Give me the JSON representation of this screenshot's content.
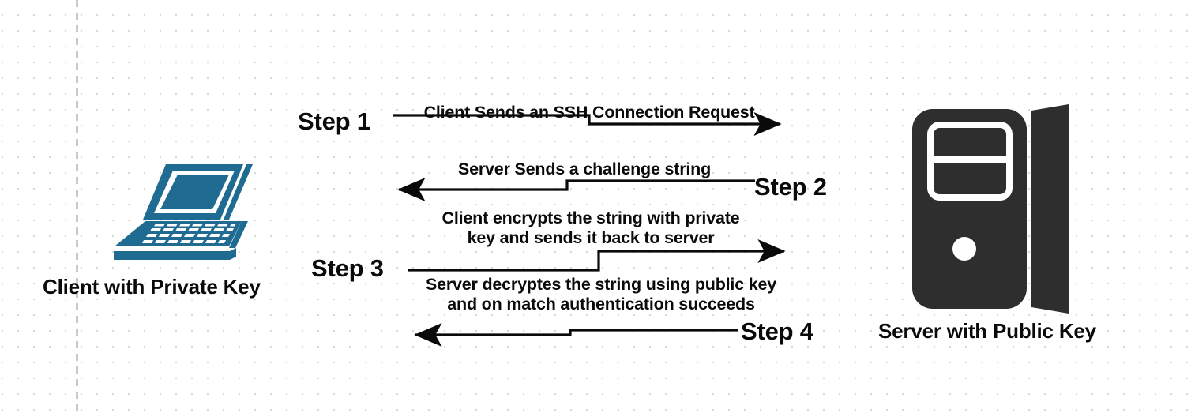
{
  "diagram": {
    "title": "SSH Public Key Authentication Flow",
    "background": {
      "dot_color": "#d8d8d8",
      "guide_line_color": "#c9c9c9"
    },
    "nodes": [
      {
        "id": "client",
        "label": "Client with Private Key",
        "icon": "laptop-icon",
        "color": "#1f6b92"
      },
      {
        "id": "server",
        "label": "Server with Public Key",
        "icon": "server-tower-icon",
        "color": "#2e2e2e"
      }
    ],
    "steps": [
      {
        "id": "step1",
        "step_label": "Step 1",
        "message": "Client Sends an SSH Connection Request",
        "direction": "client-to-server"
      },
      {
        "id": "step2",
        "step_label": "Step 2",
        "message": "Server Sends a challenge string",
        "direction": "server-to-client"
      },
      {
        "id": "step3",
        "step_label": "Step 3",
        "message": "Client encrypts the string with private\nkey and sends it back to server",
        "direction": "client-to-server"
      },
      {
        "id": "step4",
        "step_label": "Step 4",
        "message": "Server decryptes the string using public key\nand on match authentication succeeds",
        "direction": "server-to-client"
      }
    ]
  }
}
